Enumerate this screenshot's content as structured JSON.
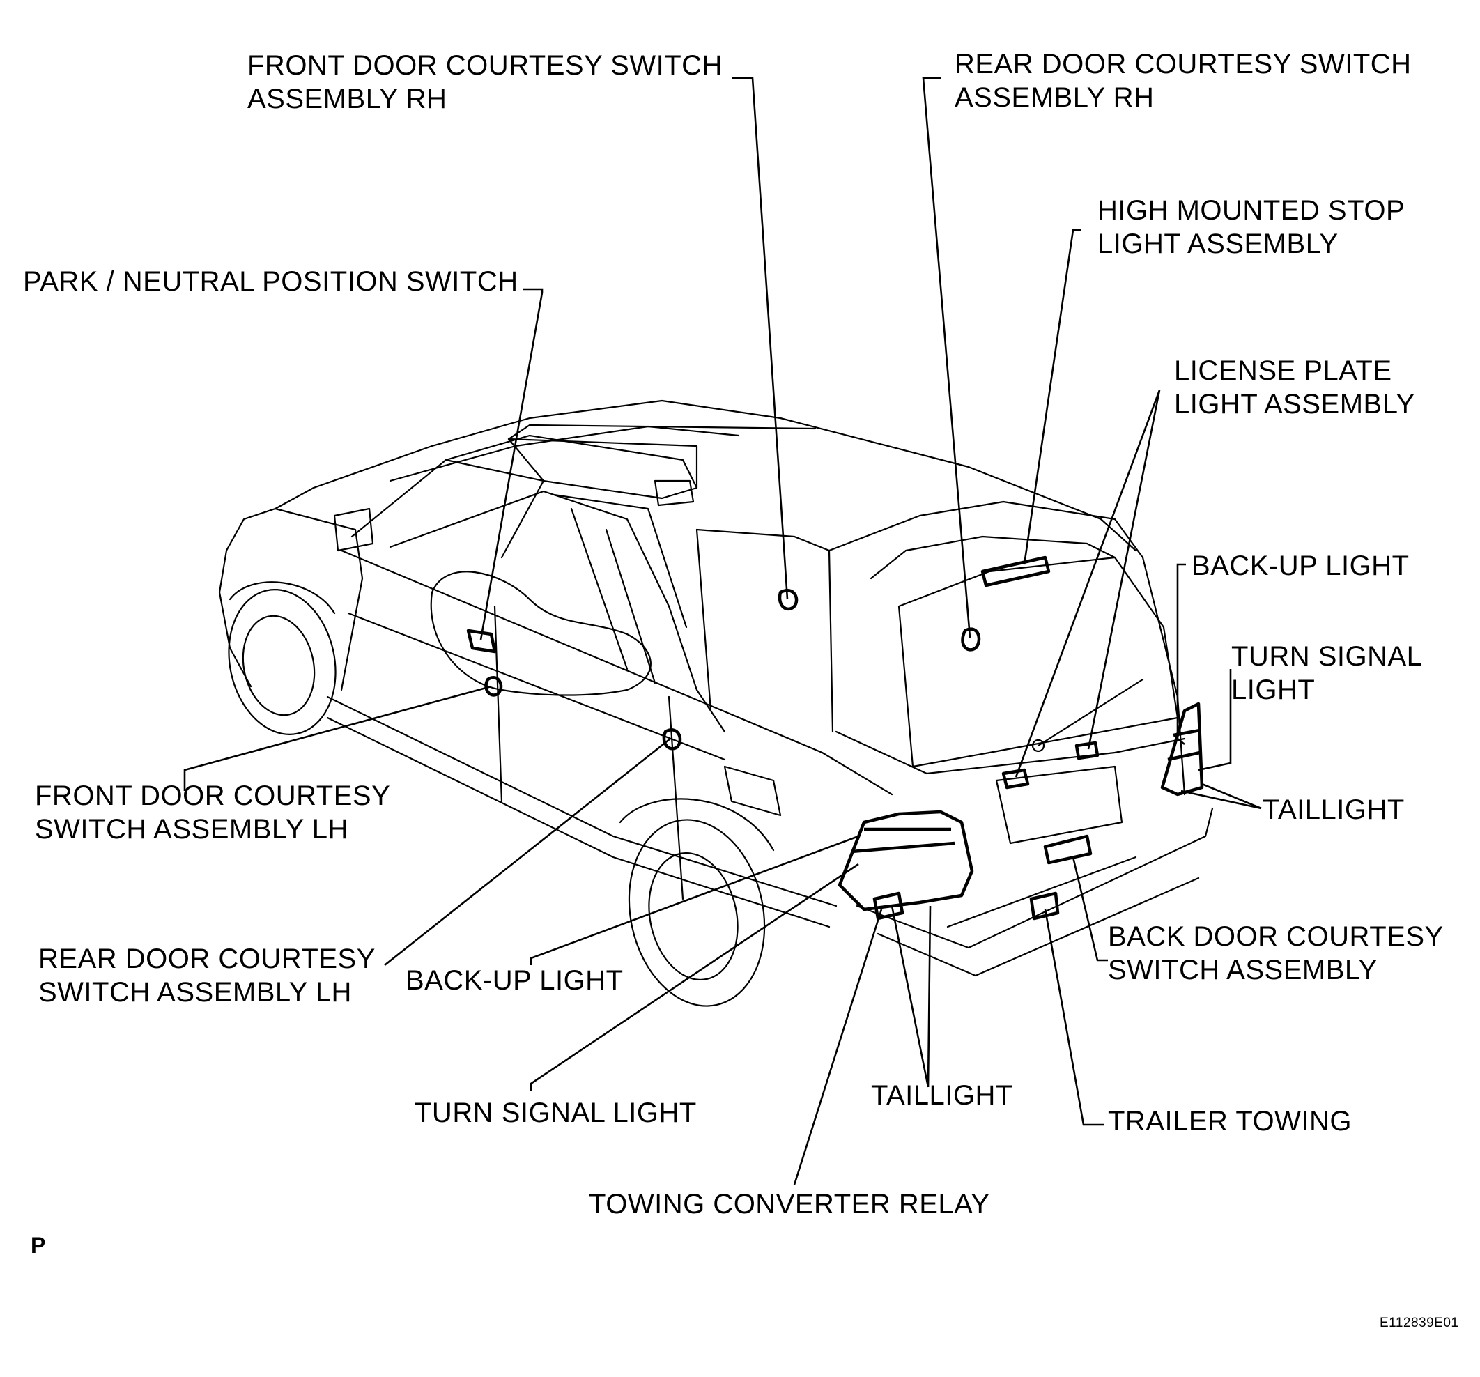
{
  "labels": {
    "front_door_rh": [
      "FRONT DOOR COURTESY SWITCH",
      "ASSEMBLY RH"
    ],
    "rear_door_rh": [
      "REAR DOOR COURTESY SWITCH",
      "ASSEMBLY RH"
    ],
    "high_mount_stop": [
      "HIGH MOUNTED STOP",
      "LIGHT ASSEMBLY"
    ],
    "park_neutral": [
      "PARK / NEUTRAL POSITION SWITCH"
    ],
    "license_plate": [
      "LICENSE PLATE",
      "LIGHT ASSEMBLY"
    ],
    "backup_light_right": [
      "BACK-UP LIGHT"
    ],
    "turn_signal_right": [
      "TURN SIGNAL",
      "LIGHT"
    ],
    "taillight_right": [
      "TAILLIGHT"
    ],
    "front_door_lh": [
      "FRONT DOOR COURTESY",
      "SWITCH ASSEMBLY LH"
    ],
    "rear_door_lh": [
      "REAR DOOR COURTESY",
      "SWITCH ASSEMBLY LH"
    ],
    "backup_light_left": [
      "BACK-UP LIGHT"
    ],
    "back_door": [
      "BACK DOOR COURTESY",
      "SWITCH ASSEMBLY"
    ],
    "turn_signal_left": [
      "TURN SIGNAL LIGHT"
    ],
    "taillight_bottom": [
      "TAILLIGHT"
    ],
    "trailer_towing": [
      "TRAILER TOWING"
    ],
    "towing_relay": [
      "TOWING CONVERTER RELAY"
    ]
  },
  "footer": {
    "corner_mark": "P",
    "figure_code": "E112839E01"
  }
}
